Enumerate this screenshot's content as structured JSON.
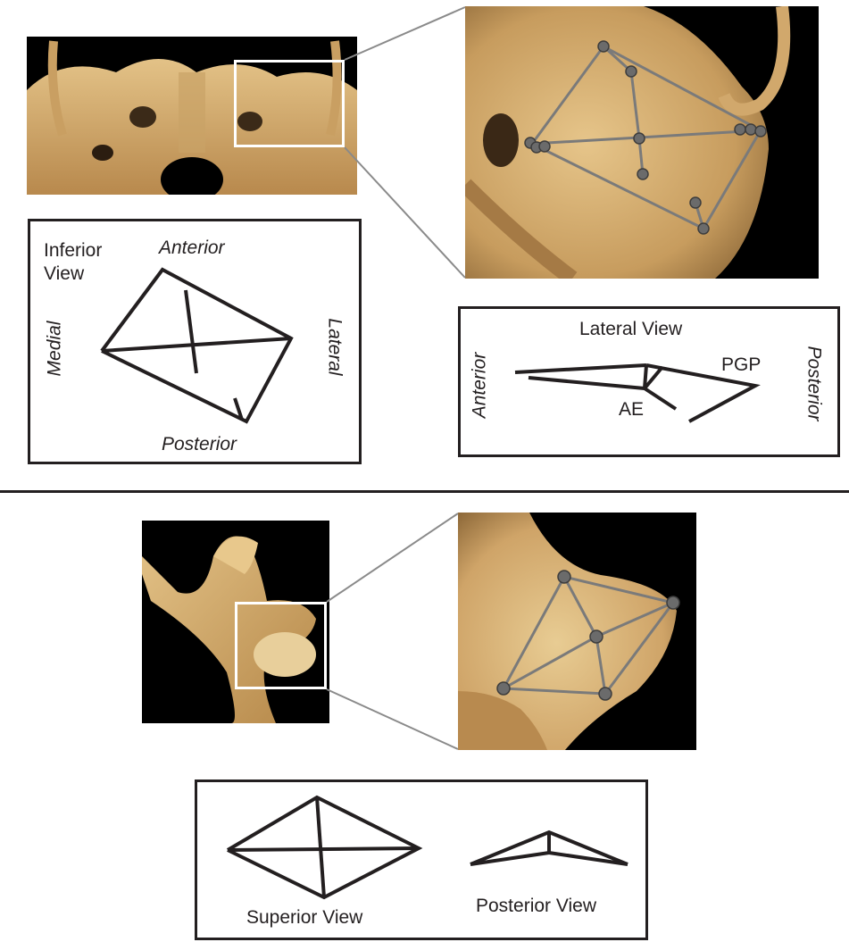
{
  "top_section": {
    "inferior_panel": {
      "view_label": "Inferior View",
      "orientations": {
        "anterior": "Anterior",
        "posterior": "Posterior",
        "medial": "Medial",
        "lateral": "Lateral"
      }
    },
    "lateral_panel": {
      "view_label": "Lateral View",
      "orientations": {
        "anterior": "Anterior",
        "posterior": "Posterior"
      },
      "landmarks": {
        "pgp": "PGP",
        "ae": "AE"
      }
    }
  },
  "bottom_section": {
    "views_panel": {
      "superior_label": "Superior View",
      "posterior_label": "Posterior View"
    }
  },
  "colors": {
    "bone": "#d9b47a",
    "bone_shadow": "#9c7540",
    "background": "#000000",
    "landmark_line": "#7a7a7a",
    "landmark_point": "#6b6b6b",
    "panel_ink": "#231f20",
    "zoom_connector": "#8a8a8a"
  }
}
